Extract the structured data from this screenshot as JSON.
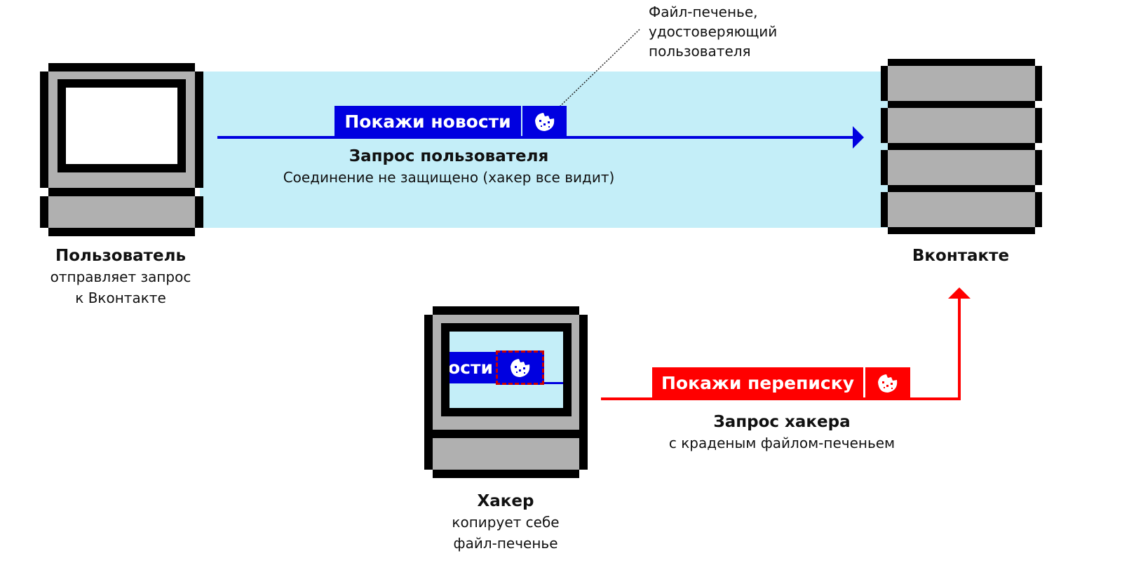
{
  "user": {
    "title": "Пользователь",
    "subtitle_line1": "отправляет запрос",
    "subtitle_line2": "к Вконтакте"
  },
  "server": {
    "title": "Вконтакте"
  },
  "hacker": {
    "title": "Хакер",
    "subtitle_line1": "копирует себе",
    "subtitle_line2": "файл-печенье",
    "screen_text": "ости"
  },
  "user_request": {
    "label": "Покажи новости",
    "title": "Запрос пользователя",
    "subtitle": "Соединение не защищено (хакер все видит)"
  },
  "hacker_request": {
    "label": "Покажи переписку",
    "title": "Запрос хакера",
    "subtitle": "с краденым файлом-печеньем"
  },
  "cookie_annotation": {
    "line1": "Файл-печенье,",
    "line2": "удостоверяющий",
    "line3": "пользователя"
  },
  "icons": {
    "user_computer": "retro-computer-icon",
    "server": "server-rack-icon",
    "hacker_computer": "retro-computer-icon",
    "cookie": "cookie-icon"
  },
  "colors": {
    "user_flow": "#0000e0",
    "hacker_flow": "#ff0000",
    "insecure_channel": "#c4eef8",
    "device_gray": "#b0b0b0"
  }
}
